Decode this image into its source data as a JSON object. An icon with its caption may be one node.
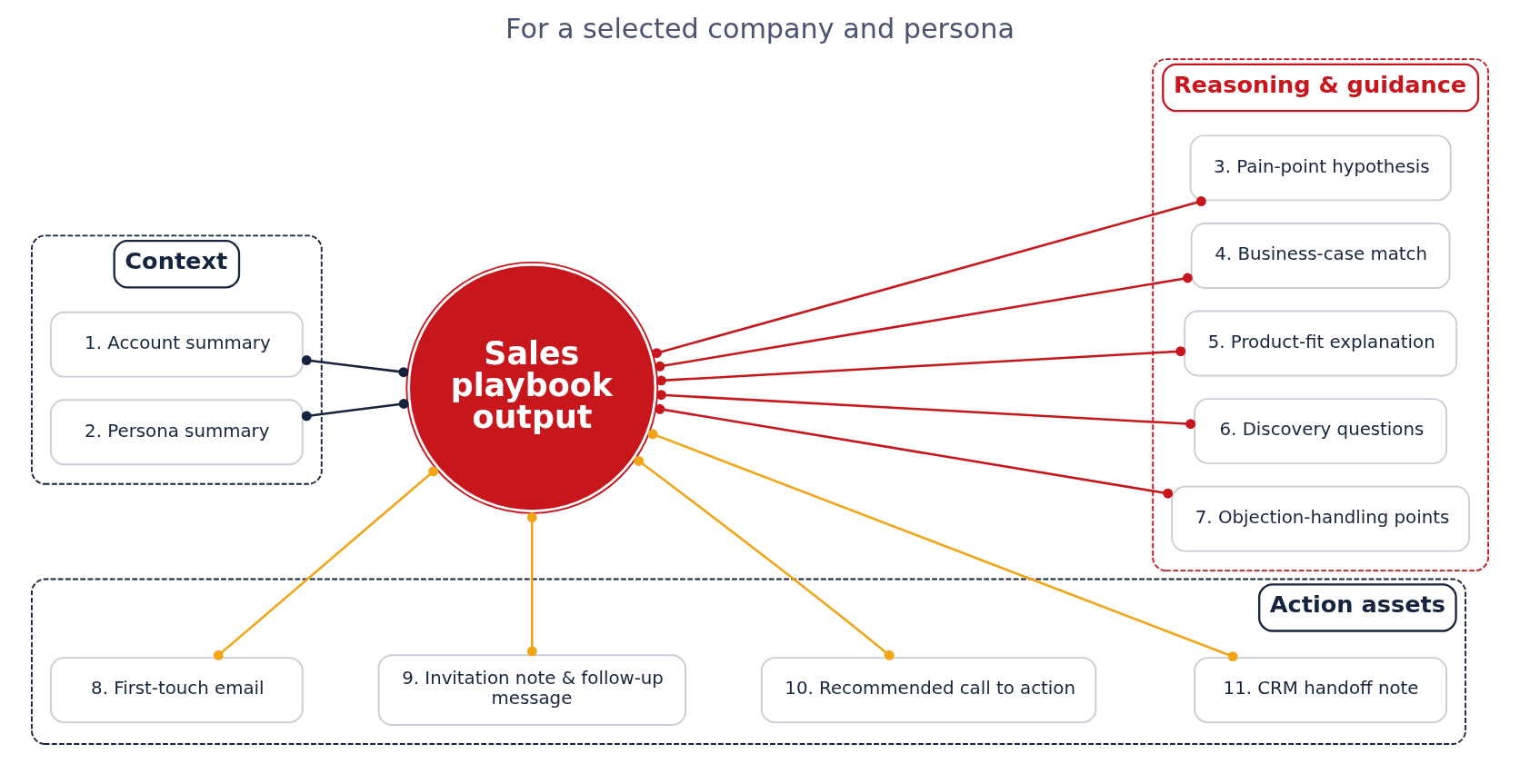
{
  "diagram": {
    "title": "For a selected company and persona",
    "nodes": [
      {
        "text": [
          "Context"
        ]
      },
      {
        "text": [
          "1. Account summary"
        ],
        "in": 0
      },
      {
        "text": [
          "2. Persona summary"
        ],
        "in": 0
      },
      {
        "text": [
          "Sales playbook output"
        ]
      },
      {
        "text": [
          "Reasoning & guidance"
        ]
      },
      {
        "text": [
          "3. Pain-point hypothesis"
        ],
        "in": 4
      },
      {
        "text": [
          "4. Business-case match"
        ],
        "in": 4
      },
      {
        "text": [
          "5. Product-fit explanation"
        ],
        "in": 4
      },
      {
        "text": [
          "6. Discovery questions"
        ],
        "in": 4
      },
      {
        "text": [
          "7. Objection-handling points"
        ],
        "in": 4
      },
      {
        "text": [
          "Action assets"
        ]
      },
      {
        "text": [
          "8. First-touch email"
        ],
        "in": 10
      },
      {
        "text": [
          "9. Invitation note & follow-up message"
        ],
        "in": 10
      },
      {
        "text": [
          "10. Recommended call to action"
        ],
        "in": 10
      },
      {
        "text": [
          "11. CRM handoff note"
        ],
        "in": 10
      }
    ],
    "edges": [
      {
        "from": 1,
        "to": 3,
        "arrow": "other",
        "color": "#15243f"
      },
      {
        "from": 2,
        "to": 3,
        "arrow": "other",
        "color": "#15243f"
      },
      {
        "from": 3,
        "to": 5,
        "arrow": "other"
      },
      {
        "from": 3,
        "to": 6,
        "arrow": "other"
      },
      {
        "from": 3,
        "to": 7,
        "arrow": "other"
      },
      {
        "from": 3,
        "to": 8,
        "arrow": "other"
      },
      {
        "from": 3,
        "to": 9,
        "arrow": "other"
      },
      {
        "from": 3,
        "to": 11,
        "arrow": "other",
        "color": "#f2a516"
      },
      {
        "from": 3,
        "to": 12,
        "arrow": "other",
        "color": "#f2a516"
      },
      {
        "from": 3,
        "to": 13,
        "arrow": "other",
        "color": "#f2a516"
      },
      {
        "from": 3,
        "to": 14,
        "arrow": "other",
        "color": "#f2a516"
      }
    ]
  }
}
